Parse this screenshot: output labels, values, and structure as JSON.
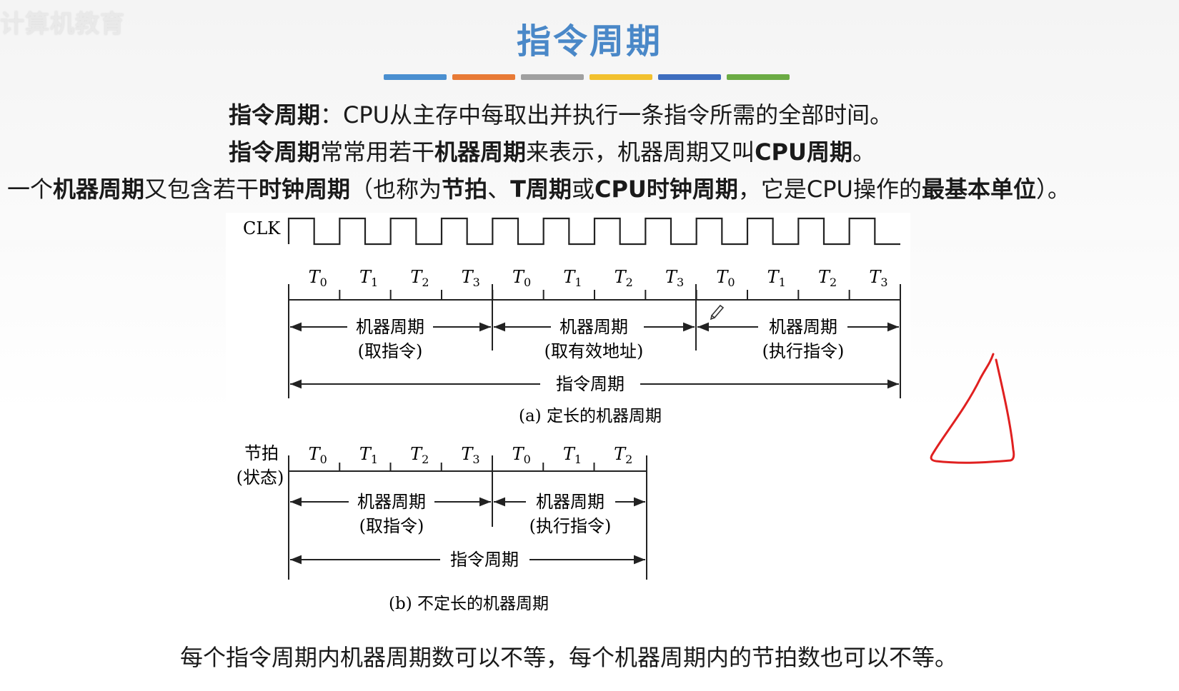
{
  "watermark": "计算机教育",
  "title": "指令周期",
  "accent_bars": [
    "#4a8fd0",
    "#e87a35",
    "#a0a0a0",
    "#f2c12e",
    "#3e6dbf",
    "#6bab44"
  ],
  "definitions": {
    "line1": {
      "bold": "指令周期",
      "rest": "：CPU从主存中每取出并执行一条指令所需的全部时间。"
    },
    "line2": {
      "p1": "指令周期",
      "p2": "常常用若干",
      "p3": "机器周期",
      "p4": "来表示，机器周期又叫",
      "p5": "CPU周期",
      "p6": "。"
    },
    "line3": {
      "p1": "一个",
      "p2": "机器周期",
      "p3": "又包含若干",
      "p4": "时钟周期",
      "p5": "（也称为",
      "p6": "节拍",
      "p7": "、",
      "p8": "T周期",
      "p9": "或",
      "p10": "CPU时钟周期",
      "p11": "，它是CPU操作的",
      "p12": "最基本单位",
      "p13": "）。"
    }
  },
  "diagram_a": {
    "clk_label": "CLK",
    "t_labels": [
      "T0",
      "T1",
      "T2",
      "T3",
      "T0",
      "T1",
      "T2",
      "T3",
      "T0",
      "T1",
      "T2",
      "T3"
    ],
    "machine_cycles": [
      {
        "name": "机器周期",
        "desc": "(取指令)"
      },
      {
        "name": "机器周期",
        "desc": "(取有效地址)"
      },
      {
        "name": "机器周期",
        "desc": "(执行指令)"
      }
    ],
    "instruction_cycle": "指令周期",
    "caption": "(a) 定长的机器周期"
  },
  "diagram_b": {
    "beat_label_1": "节拍",
    "beat_label_2": "(状态)",
    "t_labels": [
      "T0",
      "T1",
      "T2",
      "T3",
      "T0",
      "T1",
      "T2"
    ],
    "machine_cycles": [
      {
        "name": "机器周期",
        "desc": "(取指令)"
      },
      {
        "name": "机器周期",
        "desc": "(执行指令)"
      }
    ],
    "instruction_cycle": "指令周期",
    "caption": "(b) 不定长的机器周期"
  },
  "bottom_note": "每个指令周期内机器周期数可以不等，每个机器周期内的节拍数也可以不等。",
  "annotation_color": "#e02020"
}
